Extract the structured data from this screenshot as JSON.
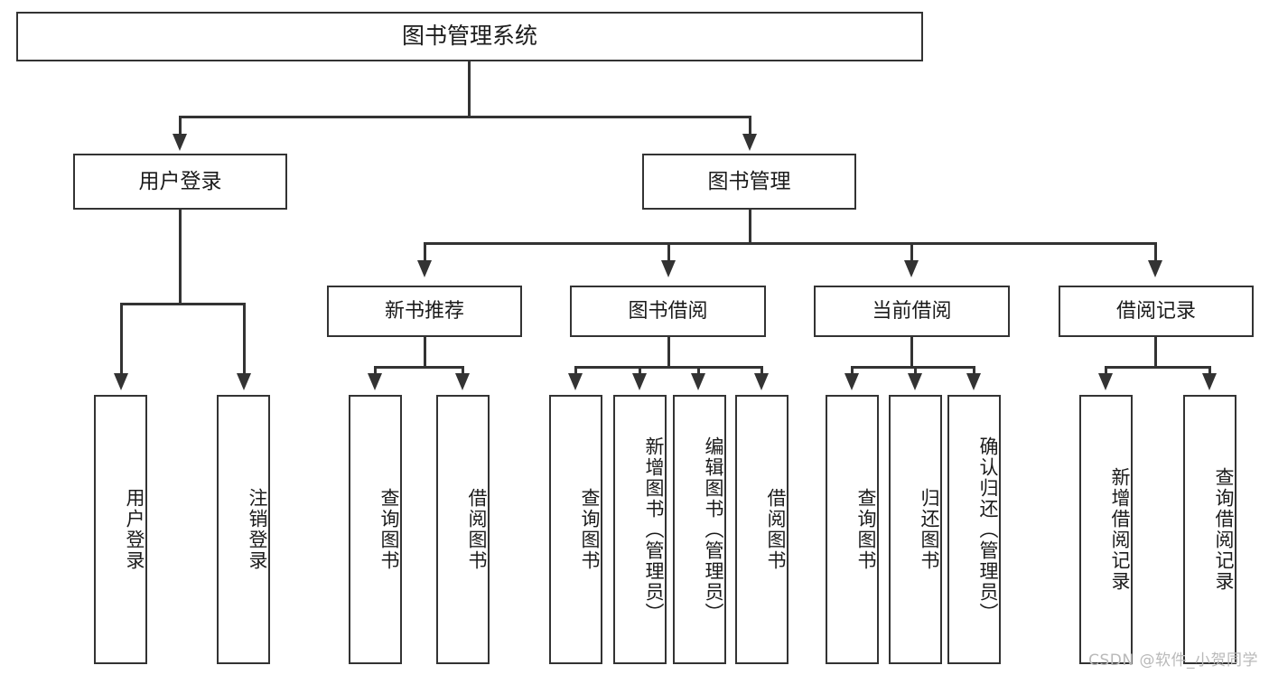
{
  "diagram": {
    "type": "tree",
    "title": "图书管理系统",
    "root": {
      "label": "图书管理系统"
    },
    "level2": [
      {
        "label": "用户登录"
      },
      {
        "label": "图书管理"
      }
    ],
    "level3": [
      {
        "label": "新书推荐"
      },
      {
        "label": "图书借阅"
      },
      {
        "label": "当前借阅"
      },
      {
        "label": "借阅记录"
      }
    ],
    "leaves": {
      "user_login": [
        {
          "label": "用户登录"
        },
        {
          "label": "注销登录"
        }
      ],
      "new_book_recommend": [
        {
          "label": "查询图书"
        },
        {
          "label": "借阅图书"
        }
      ],
      "book_borrow": [
        {
          "label": "查询图书"
        },
        {
          "label": "新增图书（管理员）"
        },
        {
          "label": "编辑图书（管理员）"
        },
        {
          "label": "借阅图书"
        }
      ],
      "current_borrow": [
        {
          "label": "查询图书"
        },
        {
          "label": "归还图书"
        },
        {
          "label": "确认归还（管理员）"
        }
      ],
      "borrow_record": [
        {
          "label": "新增借阅记录"
        },
        {
          "label": "查询借阅记录"
        }
      ]
    }
  },
  "watermark": {
    "text": "CSDN @软件_小贺同学"
  },
  "colors": {
    "stroke": "#333333",
    "background": "#ffffff",
    "text": "#1b1b1b",
    "watermark": "#b9b9b9"
  }
}
